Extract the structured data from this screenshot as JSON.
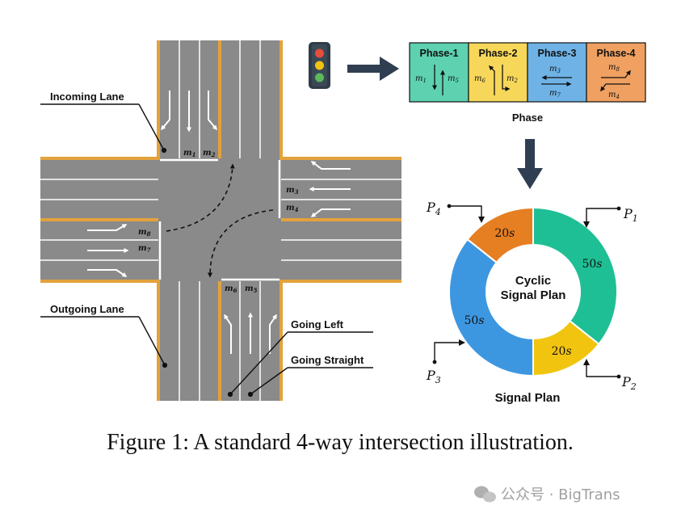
{
  "labels": {
    "incoming_lane": "Incoming Lane",
    "outgoing_lane": "Outgoing Lane",
    "going_left": "Going Left",
    "going_straight": "Going Straight",
    "phase_caption": "Phase",
    "signal_plan": "Signal Plan",
    "cyclic_line1": "Cyclic",
    "cyclic_line2": "Signal Plan"
  },
  "movements": {
    "m1": "m",
    "m1_sub": "1",
    "m2": "m",
    "m2_sub": "2",
    "m3": "m",
    "m3_sub": "3",
    "m4": "m",
    "m4_sub": "4",
    "m5": "m",
    "m5_sub": "5",
    "m6": "m",
    "m6_sub": "6",
    "m7": "m",
    "m7_sub": "7",
    "m8": "m",
    "m8_sub": "8"
  },
  "phases": [
    {
      "title": "Phase-1",
      "color": "#5dd1b0",
      "m_a": "m",
      "m_a_sub": "1",
      "m_b": "m",
      "m_b_sub": "5"
    },
    {
      "title": "Phase-2",
      "color": "#f7d75a",
      "m_a": "m",
      "m_a_sub": "6",
      "m_b": "m",
      "m_b_sub": "2"
    },
    {
      "title": "Phase-3",
      "color": "#6fb3e6",
      "m_a": "m",
      "m_a_sub": "3",
      "m_b": "m",
      "m_b_sub": "7"
    },
    {
      "title": "Phase-4",
      "color": "#f0a060",
      "m_a": "m",
      "m_a_sub": "8",
      "m_b": "m",
      "m_b_sub": "4"
    }
  ],
  "signal_plan": {
    "segments": [
      {
        "phase": "P",
        "phase_sub": "1",
        "value": "50",
        "unit": "s",
        "duration": 50,
        "color": "#1fbf95"
      },
      {
        "phase": "P",
        "phase_sub": "2",
        "value": "20",
        "unit": "s",
        "duration": 20,
        "color": "#f1c40f"
      },
      {
        "phase": "P",
        "phase_sub": "3",
        "value": "50",
        "unit": "s",
        "duration": 50,
        "color": "#3d97e0"
      },
      {
        "phase": "P",
        "phase_sub": "4",
        "value": "20",
        "unit": "s",
        "duration": 20,
        "color": "#e67e22"
      }
    ]
  },
  "caption": "Figure 1: A standard 4-way intersection illustration.",
  "watermark": "公众号 · BigTrans",
  "colors": {
    "road": "#8a8a8a",
    "curb": "#e3a23c",
    "arrow": "#2f3e50",
    "light_body": "#2f3b48"
  }
}
